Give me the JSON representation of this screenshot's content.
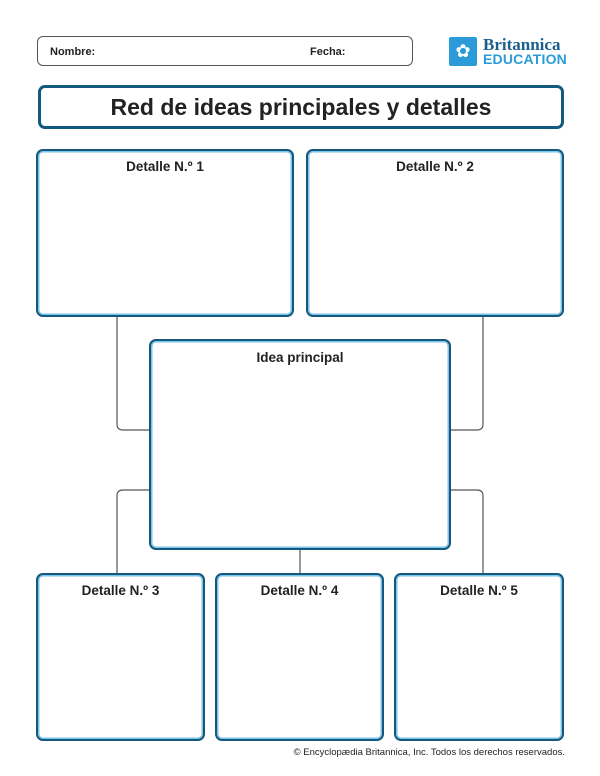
{
  "header": {
    "name_label": "Nombre:",
    "date_label": "Fecha:"
  },
  "logo": {
    "line1": "Britannica",
    "line2": "EDUCATION",
    "icon": "tree-hands-icon"
  },
  "title": "Red de ideas principales y detalles",
  "boxes": {
    "detail1": "Detalle N.º 1",
    "detail2": "Detalle N.º 2",
    "main": "Idea principal",
    "detail3": "Detalle N.º 3",
    "detail4": "Detalle N.º 4",
    "detail5": "Detalle N.º 5"
  },
  "footer": "© Encyclopædia Britannica, Inc. Todos los derechos reservados.",
  "colors": {
    "border": "#13587e",
    "inner": "#7cc3e8",
    "brand": "#2a9bd8"
  }
}
